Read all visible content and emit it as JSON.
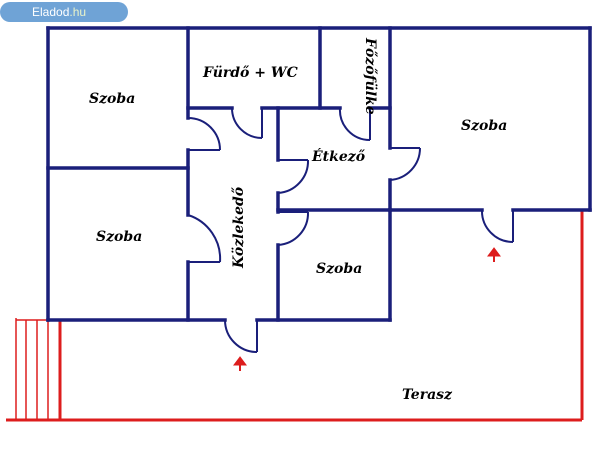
{
  "watermark": {
    "site": "Eladod",
    "tld": ".hu"
  },
  "rooms": {
    "szoba_top_left": "Szoba",
    "szoba_mid_left": "Szoba",
    "szoba_right": "Szoba",
    "szoba_small": "Szoba",
    "furdo": "Fürdő + WC",
    "fozofulke": "Főzőfülke",
    "etkezo": "Étkező",
    "kozlekedo": "Közlekedő",
    "terasz": "Terasz"
  },
  "colors": {
    "wall": "#1a1f7a",
    "terrace": "#dd1d1d",
    "badge": "#6fa3d6"
  }
}
